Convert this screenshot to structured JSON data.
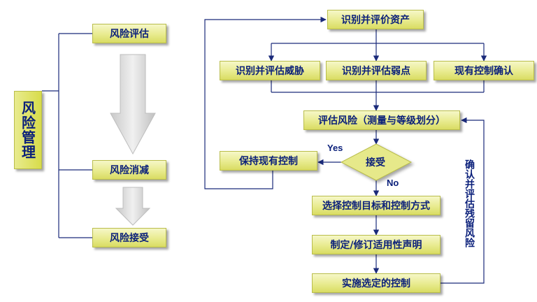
{
  "left_panel": {
    "main_label": "风险管理",
    "steps": [
      "风险评估",
      "风险消减",
      "风险接受"
    ]
  },
  "flow": {
    "identify_assets": "识别并评价资产",
    "identify_threats": "识别并评估威胁",
    "identify_vulns": "识别并评估弱点",
    "existing_controls": "现有控制确认",
    "assess_risk": "评估风险（测量与等级划分）",
    "keep_controls": "保持现有控制",
    "accept": "接受",
    "yes": "Yes",
    "no": "No",
    "select_controls": "选择控制目标和控制方式",
    "soa": "制定/修订适用性声明",
    "implement": "实施选定的控制",
    "residual": "确认并评估残留风险"
  },
  "colors": {
    "box_light": "#f6f7c8",
    "box_dark": "#d9dc62",
    "text": "#0a1f7a",
    "line": "#1a2a7a",
    "arrow_gray": "#d6d6d6"
  }
}
